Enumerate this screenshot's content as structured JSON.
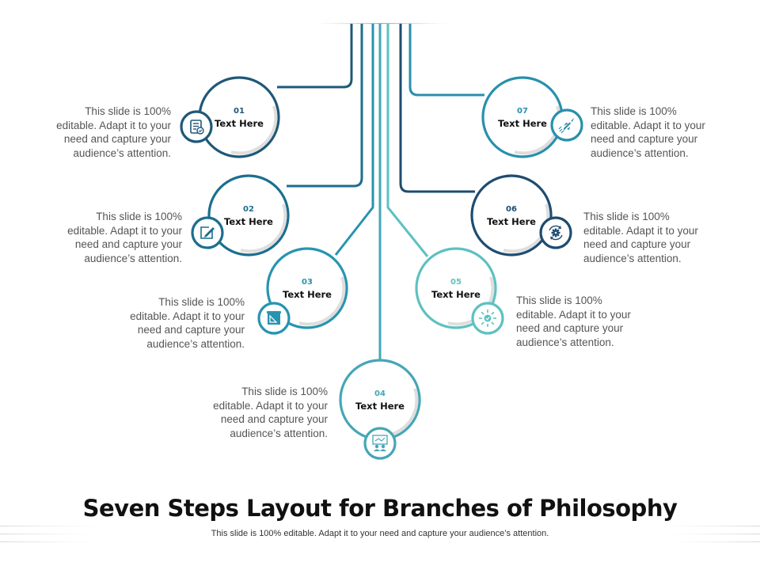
{
  "title": "Seven Steps Layout for Branches of Philosophy",
  "subtitle": "This slide is 100% editable. Adapt it to your need and capture your audience’s attention.",
  "steps": [
    {
      "number": "01",
      "label": "Text Here",
      "color": "#1f5878",
      "icon": "checklist-document-icon",
      "side": "left",
      "description": "This slide is 100% editable. Adapt it to your need and capture your audience’s attention.",
      "desc_lines": [
        "This slide is 100%",
        "editable. Adapt it to your",
        "need and capture your",
        "audience’s attention."
      ]
    },
    {
      "number": "02",
      "label": "Text Here",
      "color": "#1c6e8e",
      "icon": "edit-pencil-icon",
      "side": "left",
      "description": "This slide is 100% editable. Adapt it to your need and capture your audience’s attention.",
      "desc_lines": [
        "This slide is 100%",
        "editable. Adapt it to your",
        "need and capture your",
        "audience’s attention."
      ]
    },
    {
      "number": "03",
      "label": "Text Here",
      "color": "#2794b0",
      "icon": "blueprint-design-icon",
      "side": "left",
      "description": "This slide is 100% editable. Adapt it to your need and capture your audience’s attention.",
      "desc_lines": [
        "This slide is 100%",
        "editable. Adapt it to your",
        "need and capture your",
        "audience’s attention."
      ]
    },
    {
      "number": "04",
      "label": "Text Here",
      "color": "#45a6b6",
      "icon": "presentation-team-icon",
      "side": "left",
      "description": "This slide is 100% editable. Adapt it to your need and capture your audience’s attention.",
      "desc_lines": [
        "This slide is 100%",
        "editable. Adapt it to your",
        "need and capture your",
        "audience’s attention."
      ]
    },
    {
      "number": "05",
      "label": "Text Here",
      "color": "#5ec1c1",
      "icon": "target-check-icon",
      "side": "right",
      "description": "This slide is 100% editable. Adapt it to your need and capture your audience’s attention.",
      "desc_lines": [
        "This slide is 100%",
        "editable. Adapt it to your",
        "need and capture your",
        "audience’s attention."
      ]
    },
    {
      "number": "06",
      "label": "Text Here",
      "color": "#1e4c70",
      "icon": "gear-refresh-icon",
      "side": "right",
      "description": "This slide is 100% editable. Adapt it to your need and capture your audience’s attention.",
      "desc_lines": [
        "This slide is 100%",
        "editable. Adapt it to your",
        "need and capture your",
        "audience’s attention."
      ]
    },
    {
      "number": "07",
      "label": "Text Here",
      "color": "#2990ab",
      "icon": "rocket-icon",
      "side": "right",
      "description": "This slide is 100% editable. Adapt it to your need and capture your audience’s attention.",
      "desc_lines": [
        "This slide is 100%",
        "editable. Adapt it to your",
        "need and capture your",
        "audience’s attention."
      ]
    }
  ]
}
